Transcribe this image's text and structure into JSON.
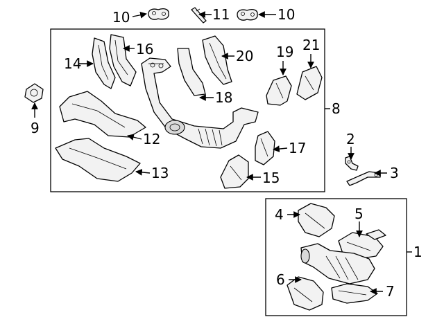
{
  "callouts": {
    "c1": "1",
    "c2": "2",
    "c3": "3",
    "c4": "4",
    "c5": "5",
    "c6": "6",
    "c7": "7",
    "c8": "8",
    "c9": "9",
    "c10a": "10",
    "c10b": "10",
    "c11": "11",
    "c12": "12",
    "c13": "13",
    "c14": "14",
    "c15": "15",
    "c16": "16",
    "c17": "17",
    "c18": "18",
    "c19": "19",
    "c20": "20",
    "c21": "21"
  },
  "colors": {
    "line": "#000000",
    "part_fill": "#f2f2f2",
    "part_shade": "#d9d9d9",
    "background": "#ffffff"
  }
}
